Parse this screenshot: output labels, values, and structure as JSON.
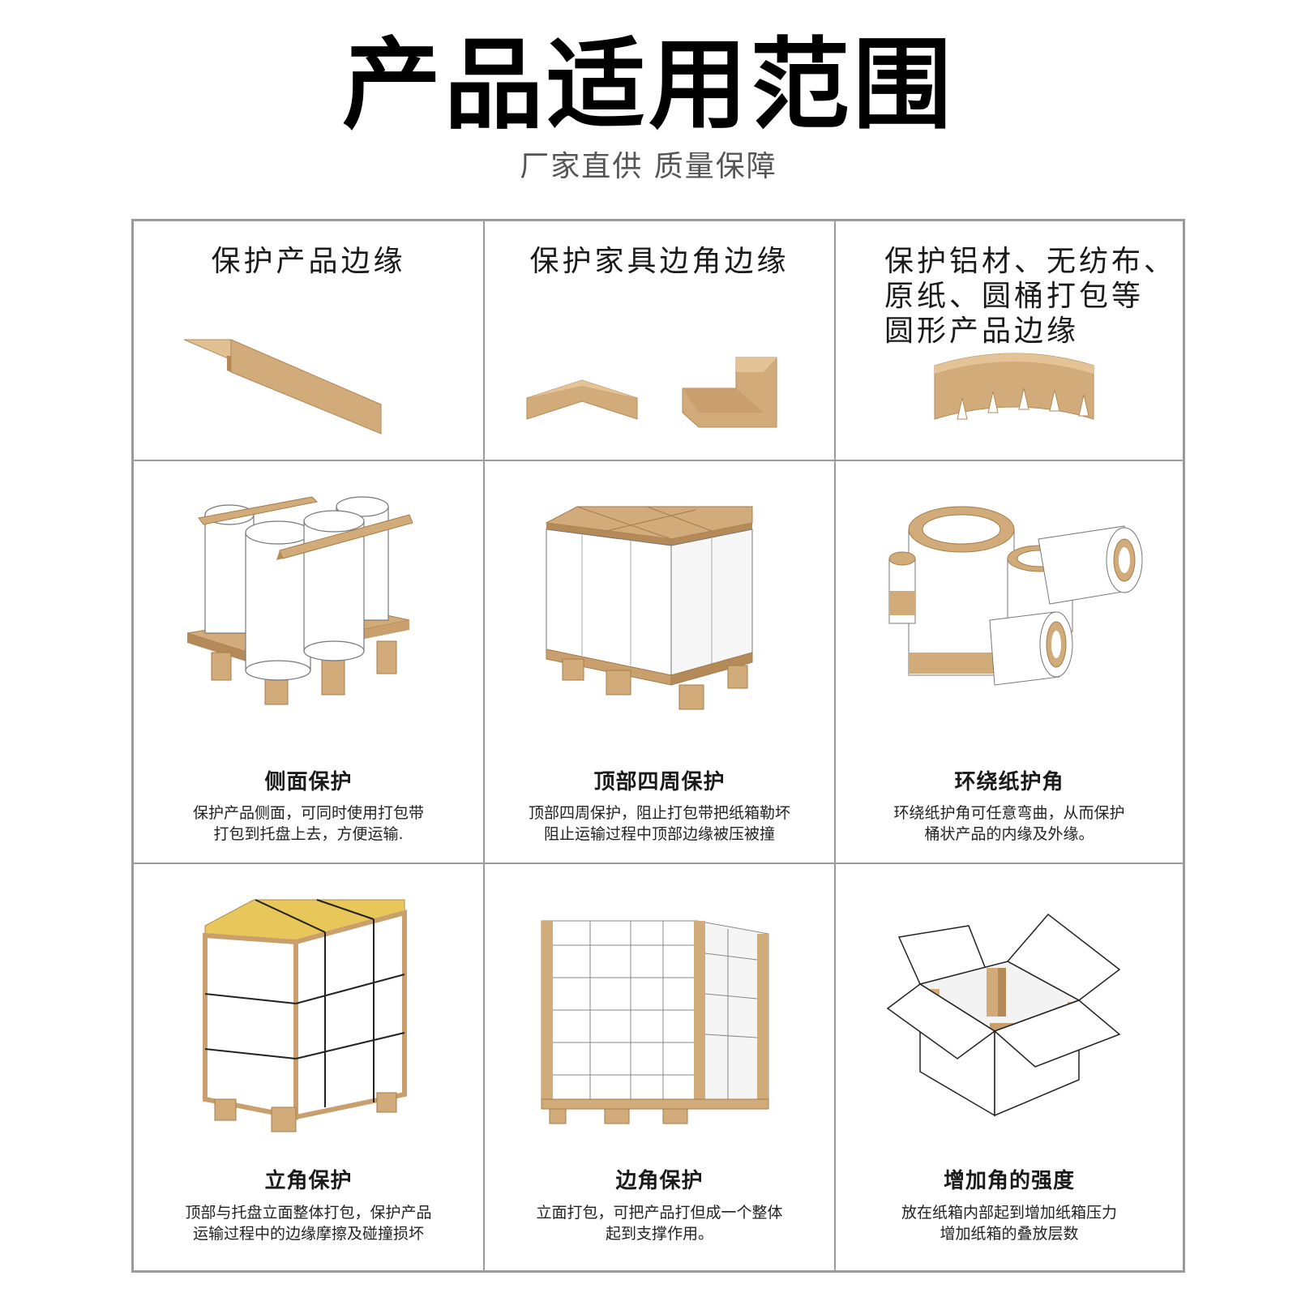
{
  "header": {
    "title": "产品适用范围",
    "subtitle": "厂家直供 质量保障"
  },
  "top_row": [
    {
      "title": "保护产品边缘"
    },
    {
      "title": "保护家具边角边缘"
    },
    {
      "title_lines": [
        "保护铝材、无纺布、",
        "原纸、圆桶打包等",
        "圆形产品边缘"
      ]
    }
  ],
  "middle_row": [
    {
      "title": "侧面保护",
      "desc_lines": [
        "保护产品侧面，可同时使用打包带",
        "打包到托盘上去，方便运输."
      ]
    },
    {
      "title": "顶部四周保护",
      "desc_lines": [
        "顶部四周保护，阻止打包带把纸箱勒坏",
        "阻止运输过程中顶部边缘被压被撞"
      ]
    },
    {
      "title": "环绕纸护角",
      "desc_lines": [
        "环绕纸护角可任意弯曲，从而保护",
        "桶状产品的内缘及外缘。"
      ]
    }
  ],
  "bottom_row": [
    {
      "title": "立角保护",
      "desc_lines": [
        "顶部与托盘立面整体打包，保护产品",
        "运输过程中的边缘摩擦及碰撞损坏"
      ]
    },
    {
      "title": "边角保护",
      "desc_lines": [
        "立面打包，可把产品打但成一个整体",
        "起到支撑作用。"
      ]
    },
    {
      "title": "增加角的强度",
      "desc_lines": [
        "放在纸箱内部起到增加纸箱压力",
        "增加纸箱的叠放层数"
      ]
    }
  ],
  "colors": {
    "kraft": "#d2ab7a",
    "kraft_dark": "#b48a58",
    "kraft_light": "#e4c497",
    "border": "#9a9a9a",
    "yellow": "#e8c75a"
  }
}
